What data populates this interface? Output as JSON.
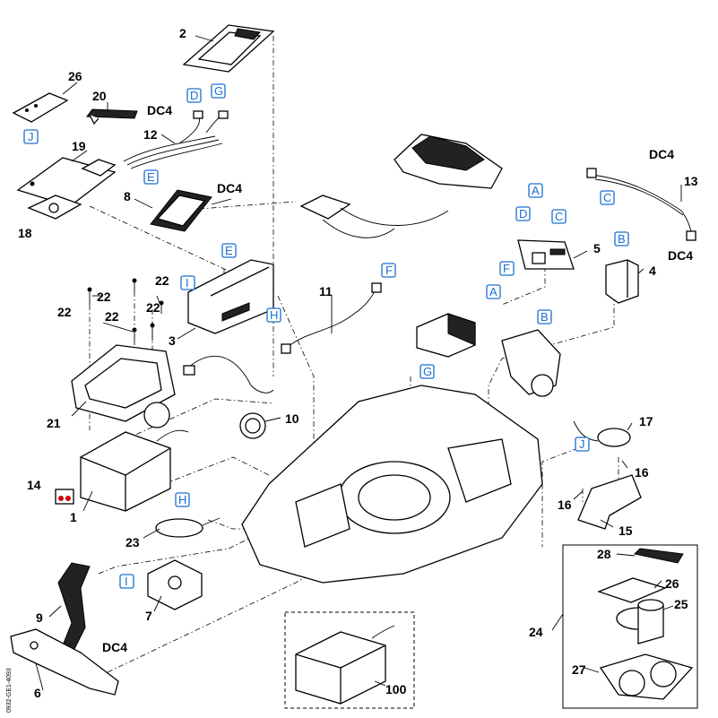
{
  "drawing_id": "0932-GE1-4093",
  "parts": [
    {
      "id": "p2",
      "label": "2"
    },
    {
      "id": "p26a",
      "label": "26"
    },
    {
      "id": "p20",
      "label": "20"
    },
    {
      "id": "p19",
      "label": "19"
    },
    {
      "id": "p18",
      "label": "18"
    },
    {
      "id": "p12",
      "label": "12"
    },
    {
      "id": "p8",
      "label": "8"
    },
    {
      "id": "p3",
      "label": "3"
    },
    {
      "id": "p11",
      "label": "11"
    },
    {
      "id": "p13",
      "label": "13"
    },
    {
      "id": "p5",
      "label": "5"
    },
    {
      "id": "p4",
      "label": "4"
    },
    {
      "id": "p22a",
      "label": "22"
    },
    {
      "id": "p22b",
      "label": "22"
    },
    {
      "id": "p22c",
      "label": "22"
    },
    {
      "id": "p22d",
      "label": "22"
    },
    {
      "id": "p22e",
      "label": "22"
    },
    {
      "id": "p21",
      "label": "21"
    },
    {
      "id": "p10",
      "label": "10"
    },
    {
      "id": "p14",
      "label": "14"
    },
    {
      "id": "p1",
      "label": "1"
    },
    {
      "id": "p23",
      "label": "23"
    },
    {
      "id": "p7",
      "label": "7"
    },
    {
      "id": "p9",
      "label": "9"
    },
    {
      "id": "p6",
      "label": "6"
    },
    {
      "id": "p17",
      "label": "17"
    },
    {
      "id": "p16a",
      "label": "16"
    },
    {
      "id": "p16b",
      "label": "16"
    },
    {
      "id": "p15",
      "label": "15"
    },
    {
      "id": "p28",
      "label": "28"
    },
    {
      "id": "p26b",
      "label": "26"
    },
    {
      "id": "p25",
      "label": "25"
    },
    {
      "id": "p24",
      "label": "24"
    },
    {
      "id": "p27",
      "label": "27"
    },
    {
      "id": "p100",
      "label": "100"
    }
  ],
  "connectors": [
    {
      "id": "cD1",
      "label": "D"
    },
    {
      "id": "cG1",
      "label": "G"
    },
    {
      "id": "cJ1",
      "label": "J"
    },
    {
      "id": "cE1",
      "label": "E"
    },
    {
      "id": "cE2",
      "label": "E"
    },
    {
      "id": "cI1",
      "label": "I"
    },
    {
      "id": "cH1",
      "label": "H"
    },
    {
      "id": "cF1",
      "label": "F"
    },
    {
      "id": "cA1",
      "label": "A"
    },
    {
      "id": "cD2",
      "label": "D"
    },
    {
      "id": "cC1",
      "label": "C"
    },
    {
      "id": "cF2",
      "label": "F"
    },
    {
      "id": "cA2",
      "label": "A"
    },
    {
      "id": "cB1",
      "label": "B"
    },
    {
      "id": "cB2",
      "label": "B"
    },
    {
      "id": "cC2",
      "label": "C"
    },
    {
      "id": "cG2",
      "label": "G"
    },
    {
      "id": "cJ2",
      "label": "J"
    },
    {
      "id": "cH2",
      "label": "H"
    },
    {
      "id": "cI2",
      "label": "I"
    }
  ],
  "cable_labels": [
    {
      "id": "dc4a",
      "label": "DC4"
    },
    {
      "id": "dc4b",
      "label": "DC4"
    },
    {
      "id": "dc4c",
      "label": "DC4"
    },
    {
      "id": "dc4d",
      "label": "DC4"
    },
    {
      "id": "dc4e",
      "label": "DC4"
    }
  ]
}
